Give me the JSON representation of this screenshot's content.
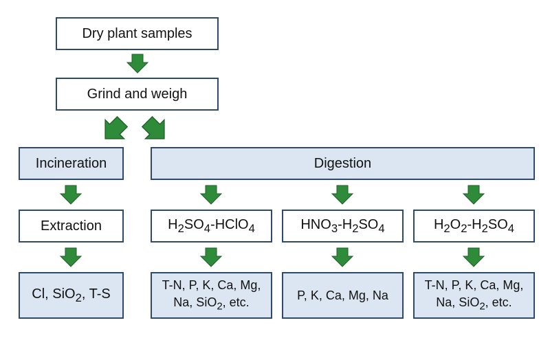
{
  "nodes": {
    "dry": "Dry plant samples",
    "grind": "Grind and weigh",
    "incineration": "Incineration",
    "digestion": "Digestion",
    "extraction": "Extraction",
    "h2so4_hclo4": {
      "a": "H",
      "a_sub": "2",
      "b": "SO",
      "b_sub": "4",
      "c": "-HClO",
      "c_sub": "4"
    },
    "hno3_h2so4": {
      "a": "HNO",
      "a_sub": "3",
      "b": "-H",
      "b_sub": "2",
      "c": "SO",
      "c_sub": "4"
    },
    "h2o2_h2so4": {
      "a": "H",
      "a_sub": "2",
      "b": "O",
      "b_sub": "2",
      "c": "-H",
      "c_sub": "2",
      "d": "SO",
      "d_sub": "4"
    },
    "res_cl": {
      "a": "Cl, SiO",
      "a_sub": "2",
      "b": ", T-S"
    },
    "res_1": {
      "line1": "T-N, P, K, Ca, Mg,",
      "a": "Na, SiO",
      "a_sub": "2",
      "b": ", etc."
    },
    "res_2": "P, K, Ca, Mg, Na",
    "res_3": {
      "line1": "T-N, P, K, Ca, Mg,",
      "a": "Na, SiO",
      "a_sub": "2",
      "b": ", etc."
    }
  },
  "colors": {
    "arrow": "#2e8b3a",
    "arrow_edge": "#1f5e27",
    "border": "#2d4a6b",
    "box_fill": "#dbe6f2"
  }
}
